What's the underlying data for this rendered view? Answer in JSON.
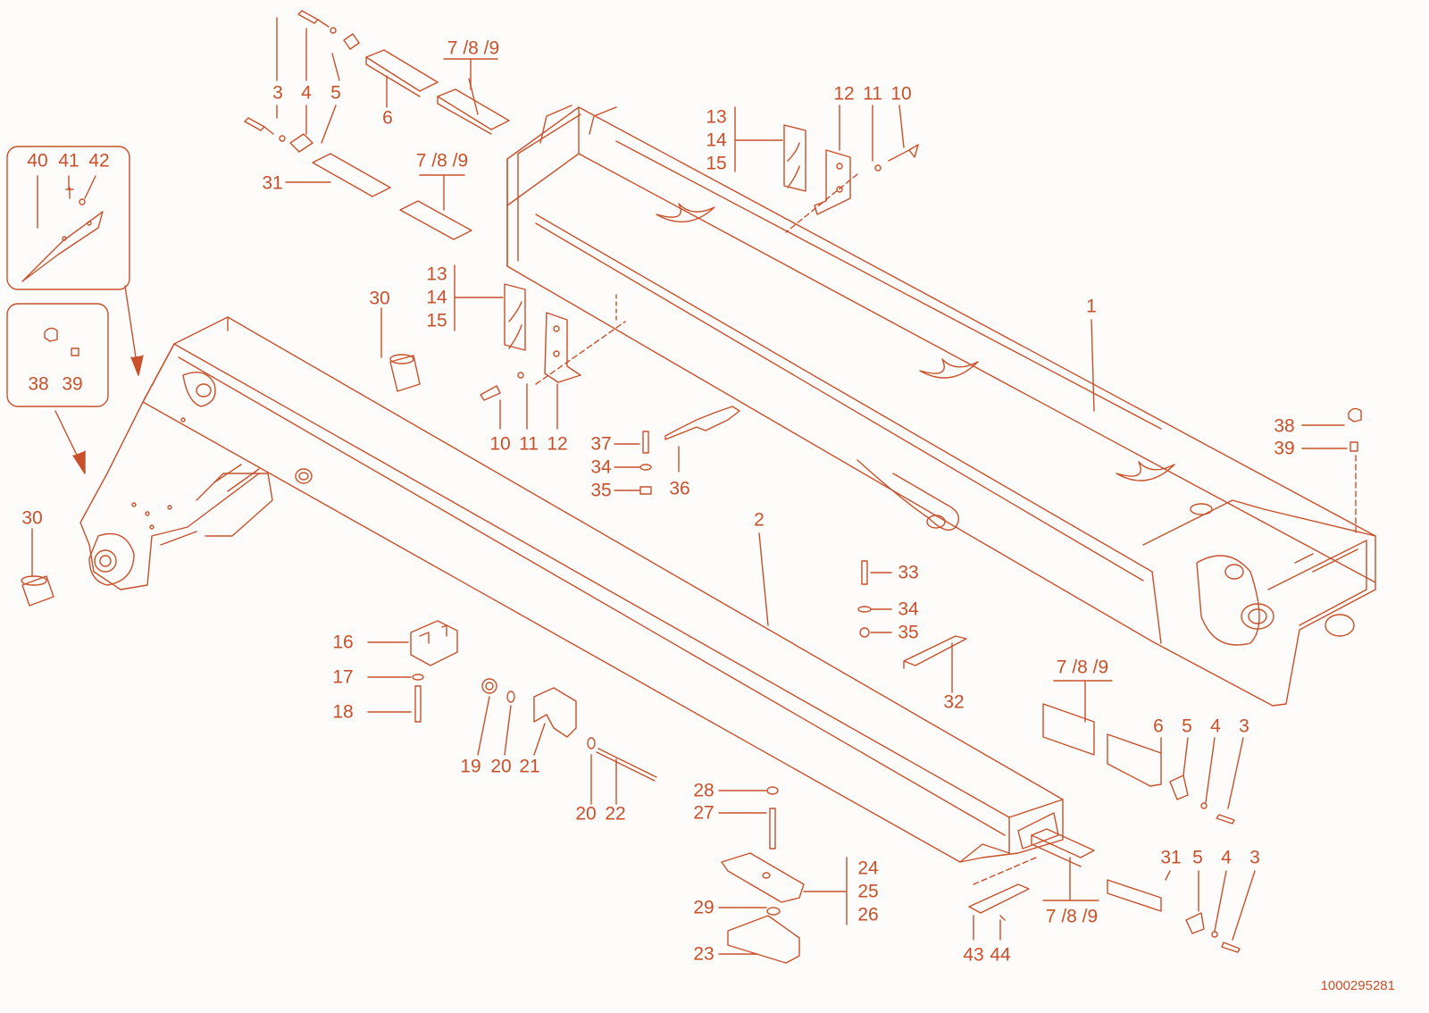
{
  "document_number": "1000295281",
  "colors": {
    "line": "#c8502a",
    "background": "#fdfcfa"
  },
  "labels": [
    {
      "key": "p3a",
      "text": "3"
    },
    {
      "key": "p4a",
      "text": "4"
    },
    {
      "key": "p5a",
      "text": "5"
    },
    {
      "key": "p6a",
      "text": "6"
    },
    {
      "key": "p789a",
      "text": "7 /8 /9"
    },
    {
      "key": "p789b",
      "text": "7 /8 /9"
    },
    {
      "key": "p31a",
      "text": "31"
    },
    {
      "key": "p40",
      "text": "40"
    },
    {
      "key": "p41",
      "text": "41"
    },
    {
      "key": "p42",
      "text": "42"
    },
    {
      "key": "p38a",
      "text": "38"
    },
    {
      "key": "p39a",
      "text": "39"
    },
    {
      "key": "p30a",
      "text": "30"
    },
    {
      "key": "p30b",
      "text": "30"
    },
    {
      "key": "p13a",
      "text": "13"
    },
    {
      "key": "p14a",
      "text": "14"
    },
    {
      "key": "p15a",
      "text": "15"
    },
    {
      "key": "p12a",
      "text": "12"
    },
    {
      "key": "p11a",
      "text": "11"
    },
    {
      "key": "p10a",
      "text": "10"
    },
    {
      "key": "p13b",
      "text": "13"
    },
    {
      "key": "p14b",
      "text": "14"
    },
    {
      "key": "p15b",
      "text": "15"
    },
    {
      "key": "p10b",
      "text": "10"
    },
    {
      "key": "p11b",
      "text": "11"
    },
    {
      "key": "p12b",
      "text": "12"
    },
    {
      "key": "p37",
      "text": "37"
    },
    {
      "key": "p34a",
      "text": "34"
    },
    {
      "key": "p35a",
      "text": "35"
    },
    {
      "key": "p36",
      "text": "36"
    },
    {
      "key": "p1",
      "text": "1"
    },
    {
      "key": "p2",
      "text": "2"
    },
    {
      "key": "p38b",
      "text": "38"
    },
    {
      "key": "p39b",
      "text": "39"
    },
    {
      "key": "p33",
      "text": "33"
    },
    {
      "key": "p34b",
      "text": "34"
    },
    {
      "key": "p35b",
      "text": "35"
    },
    {
      "key": "p32",
      "text": "32"
    },
    {
      "key": "p16",
      "text": "16"
    },
    {
      "key": "p17",
      "text": "17"
    },
    {
      "key": "p18",
      "text": "18"
    },
    {
      "key": "p19",
      "text": "19"
    },
    {
      "key": "p20a",
      "text": "20"
    },
    {
      "key": "p21",
      "text": "21"
    },
    {
      "key": "p20b",
      "text": "20"
    },
    {
      "key": "p22",
      "text": "22"
    },
    {
      "key": "p789c",
      "text": "7 /8 /9"
    },
    {
      "key": "p6b",
      "text": "6"
    },
    {
      "key": "p5b",
      "text": "5"
    },
    {
      "key": "p4b",
      "text": "4"
    },
    {
      "key": "p3b",
      "text": "3"
    },
    {
      "key": "p28",
      "text": "28"
    },
    {
      "key": "p27",
      "text": "27"
    },
    {
      "key": "p24",
      "text": "24"
    },
    {
      "key": "p25",
      "text": "25"
    },
    {
      "key": "p26",
      "text": "26"
    },
    {
      "key": "p29",
      "text": "29"
    },
    {
      "key": "p23",
      "text": "23"
    },
    {
      "key": "p789d",
      "text": "7 /8 /9"
    },
    {
      "key": "p31b",
      "text": "31"
    },
    {
      "key": "p5c",
      "text": "5"
    },
    {
      "key": "p4c",
      "text": "4"
    },
    {
      "key": "p3c",
      "text": "3"
    },
    {
      "key": "p43",
      "text": "43"
    },
    {
      "key": "p44",
      "text": "44"
    }
  ]
}
